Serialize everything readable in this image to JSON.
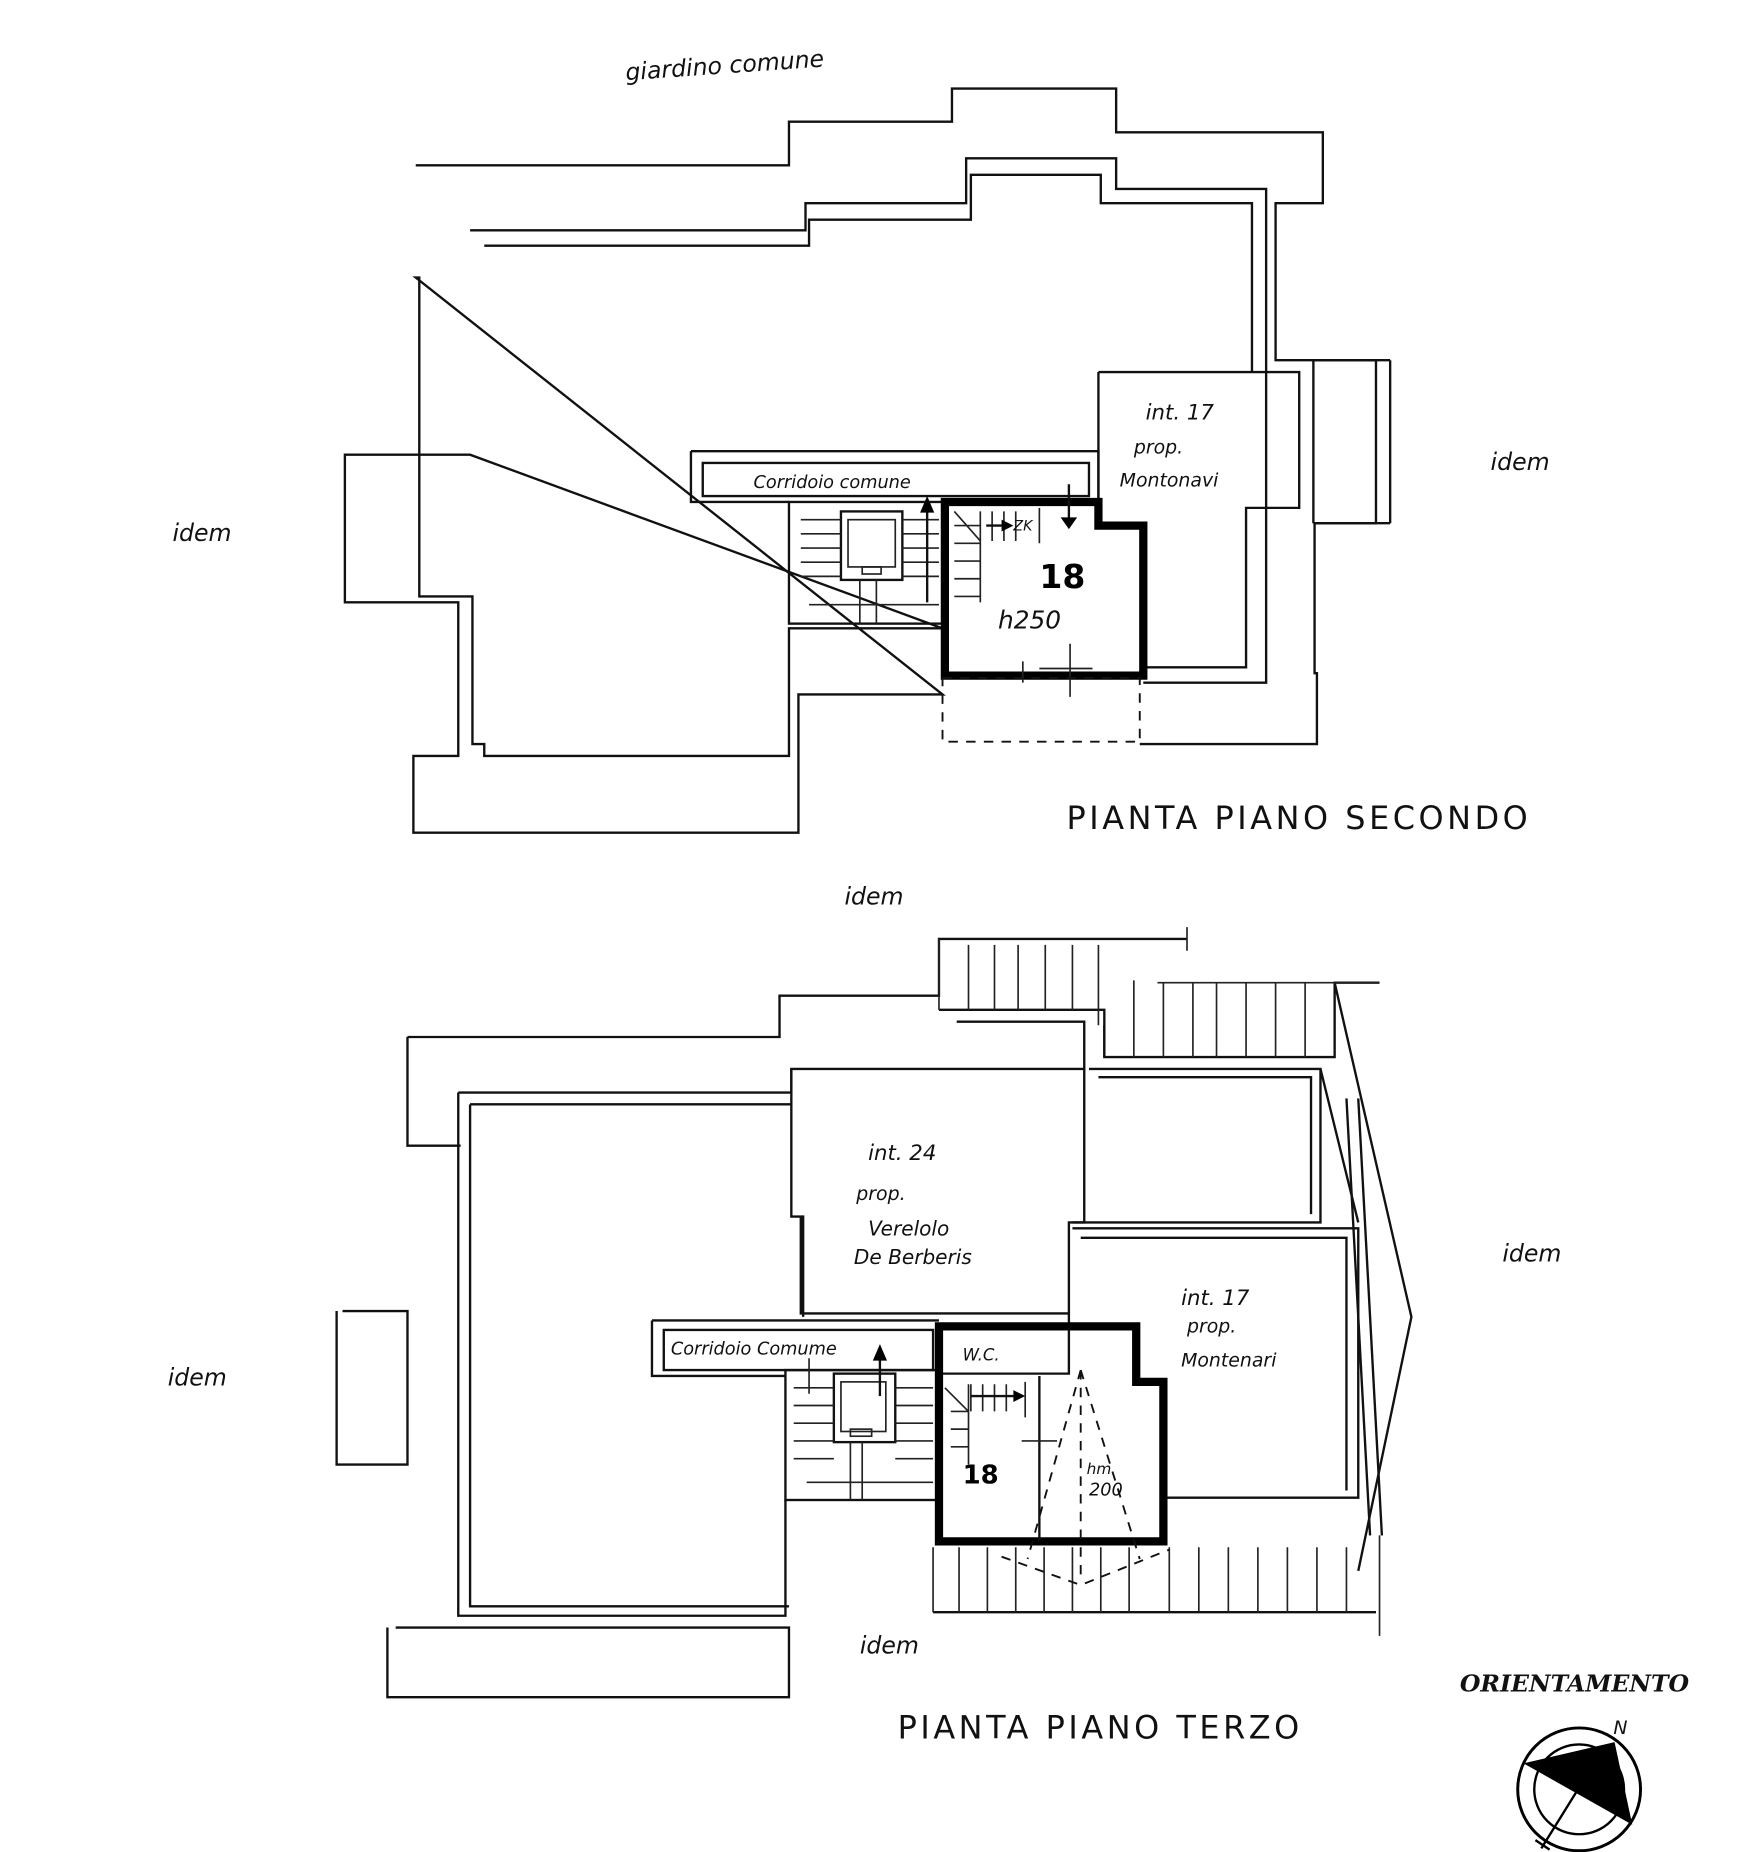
{
  "plan_second": {
    "title": "PIANTA PIANO SECONDO",
    "garden": "giardino comune",
    "idem_left": "idem",
    "idem_right": "idem",
    "corridor": "Corridoio comune",
    "unit_number": "18",
    "height": "h250",
    "zk": "ZK",
    "neighbor": {
      "int": "int. 17",
      "prop": "prop.",
      "name": "Montonavi"
    }
  },
  "plan_third": {
    "title": "PIANTA PIANO TERZO",
    "idem_top": "idem",
    "idem_left": "idem",
    "idem_right": "idem",
    "idem_bottom": "idem",
    "corridor": "Corridoio Comume",
    "wc": "W.C.",
    "unit_number": "18",
    "height_label": "hm",
    "height_value": "200",
    "neighbor_24": {
      "int": "int. 24",
      "prop": "prop.",
      "name1": "Verelolo",
      "name2": "De Berberis"
    },
    "neighbor_17": {
      "int": "int. 17",
      "prop": "prop.",
      "name": "Montenari"
    }
  },
  "orientation": {
    "label": "ORIENTAMENTO",
    "north": "N"
  }
}
